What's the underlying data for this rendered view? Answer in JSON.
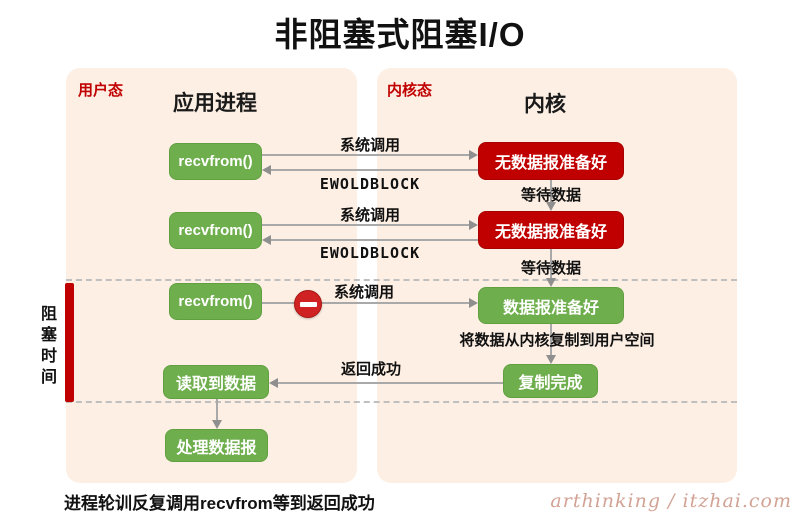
{
  "title": "非阻塞式阻塞I/O",
  "user_panel": {
    "tag": "用户态",
    "heading": "应用进程"
  },
  "kernel_panel": {
    "tag": "内核态",
    "heading": "内核"
  },
  "nodes": {
    "recvfrom_1": "recvfrom()",
    "recvfrom_2": "recvfrom()",
    "recvfrom_3": "recvfrom()",
    "no_datagram_1": "无数据报准备好",
    "no_datagram_2": "无数据报准备好",
    "datagram_ready": "数据报准备好",
    "read_data": "读取到数据",
    "copy_done": "复制完成",
    "process_datagram": "处理数据报"
  },
  "edge_labels": {
    "syscall_1": "系统调用",
    "syscall_2": "系统调用",
    "syscall_3": "系统调用",
    "ewouldblock_1": "EWOLDBLOCK",
    "ewouldblock_2": "EWOLDBLOCK",
    "wait_data_1": "等待数据",
    "wait_data_2": "等待数据",
    "copy_to_user": "将数据从内核复制到用户空间",
    "return_success": "返回成功"
  },
  "side_label": "阻塞时间",
  "caption": "进程轮训反复调用recvfrom等到返回成功",
  "watermark": "arthinking / itzhai.com",
  "icons": {
    "prohibition": "no-entry"
  },
  "colors": {
    "panel_bg": "#fdefe3",
    "box_green": "#6eae4c",
    "box_red": "#c00000",
    "accent_red": "#c00000",
    "arrow_gray": "#a9a9a9",
    "prohibition_red": "#d02222",
    "watermark": "#d2a395"
  }
}
